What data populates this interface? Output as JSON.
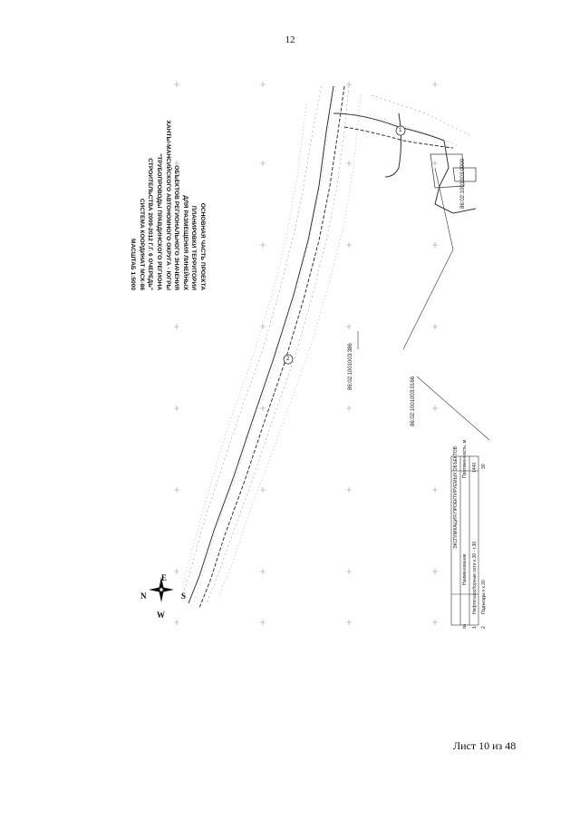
{
  "page": {
    "number": "12",
    "footer": "Лист 10 из 48"
  },
  "title_block": {
    "lines": [
      "ОСНОВНАЯ ЧАСТЬ ПРОЕКТА",
      "ПЛАНИРОВКИ ТЕРРИТОРИИ",
      "ДЛЯ РАЗМЕЩЕНИЯ ЛИНЕЙНЫХ",
      "ОБЪЕКТОВ РЕГИОНАЛЬНОГО ЗНАЧЕНИЯ",
      "ХАНТЫ-МАНСИЙСКОГО АВТОНОМНОГО ОКРУГА - ЮГРЫ",
      "\"ТРУБОПРОВОДЫ ПРАВДИНСКОГО РЕГИОНА",
      "СТРОИТЕЛЬСТВА 2009-2012 Г.Г. 6 ОЧЕРЕДЬ\"",
      "СИСТЕМА КООРДИНАТ МСК-86",
      "МАСШТАБ 1:5000"
    ]
  },
  "map_labels": {
    "parcel_1": "86:02:1001003:0000",
    "parcel_2": "86:02:1001003:386",
    "parcel_3": "86:02:1001003:0166",
    "route_marker_1": "1",
    "route_marker_2": "2"
  },
  "compass": {
    "north": "N",
    "south": "S",
    "east": "E",
    "west": "W"
  },
  "legend": {
    "title": "ЭКСПЛИКАЦИЯ ПРОЕКТИРУЕМЫХ ОБЪЕКТОВ",
    "headers": [
      "№",
      "Наименование",
      "Протяженность, м"
    ],
    "rows": [
      [
        "1",
        "Нефтегазосборные сети к.30 - т.30",
        "1440"
      ],
      [
        "2",
        "Подъезды к к.30",
        "30"
      ]
    ]
  },
  "colors": {
    "ink": "#1a1a1a",
    "hatch": "#8a8a8a",
    "route": "#333333"
  }
}
